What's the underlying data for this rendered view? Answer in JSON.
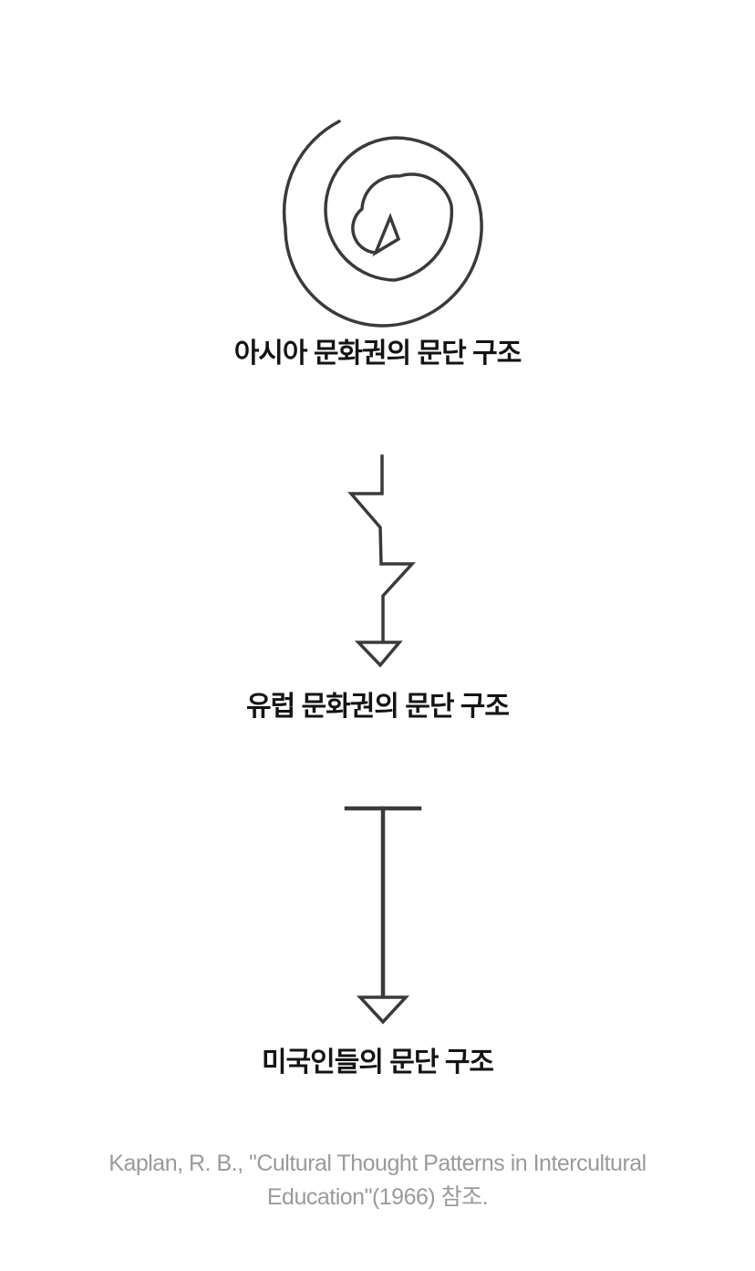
{
  "figures": [
    {
      "id": "asia",
      "shape": "spiral",
      "label": "아시아 문화권의 문단 구조"
    },
    {
      "id": "europe",
      "shape": "zigzag-arrow",
      "label": "유럽 문화권의 문단 구조"
    },
    {
      "id": "america",
      "shape": "straight-arrow",
      "label": "미국인들의 문단 구조"
    }
  ],
  "citation": {
    "line1": "Kaplan, R. B., \"Cultural Thought Patterns in Intercultural",
    "line2": "Education\"(1966) 참조."
  },
  "colors": {
    "stroke": "#3a3a3a",
    "title_text": "#141414",
    "citation_text": "#9a9a9a",
    "background": "#ffffff"
  }
}
